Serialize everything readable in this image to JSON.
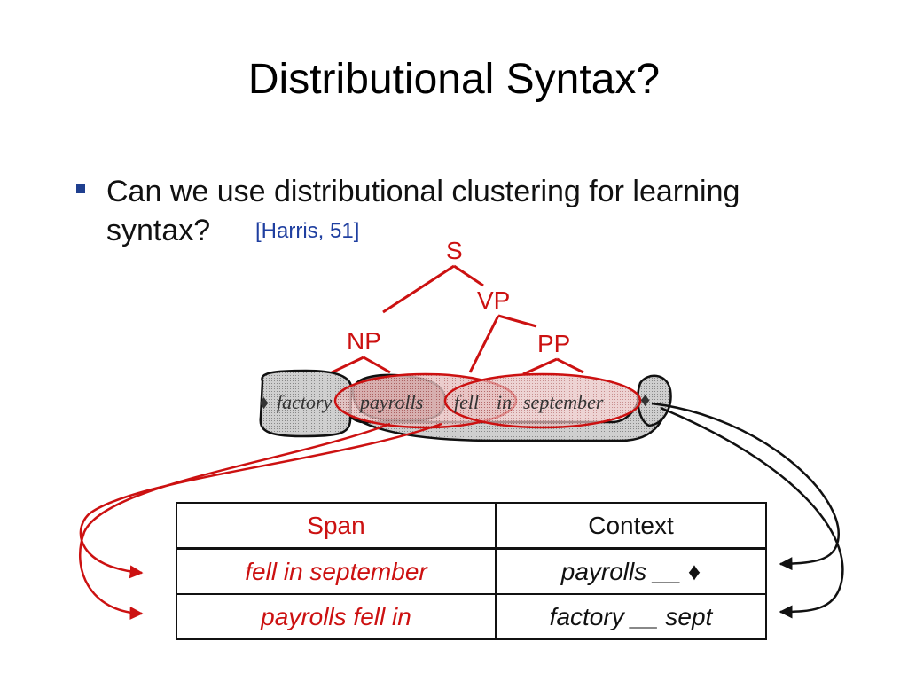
{
  "title": "Distributional Syntax?",
  "bullet": {
    "text": "Can we use distributional clustering for learning syntax?",
    "citation": "[Harris, 51]"
  },
  "tree": {
    "nodes": [
      "S",
      "VP",
      "NP",
      "PP"
    ],
    "words": [
      "factory",
      "payrolls",
      "fell",
      "in",
      "september"
    ],
    "boundary_marker": "♦"
  },
  "table": {
    "headers": [
      "Span",
      "Context"
    ],
    "rows": [
      {
        "span": "fell in september",
        "context": "payrolls __ ♦"
      },
      {
        "span": "payrolls fell in",
        "context": "factory __ sept"
      }
    ]
  },
  "colors": {
    "constituent": "#cc1111",
    "context": "#111111",
    "citation": "#1f3fa0"
  }
}
